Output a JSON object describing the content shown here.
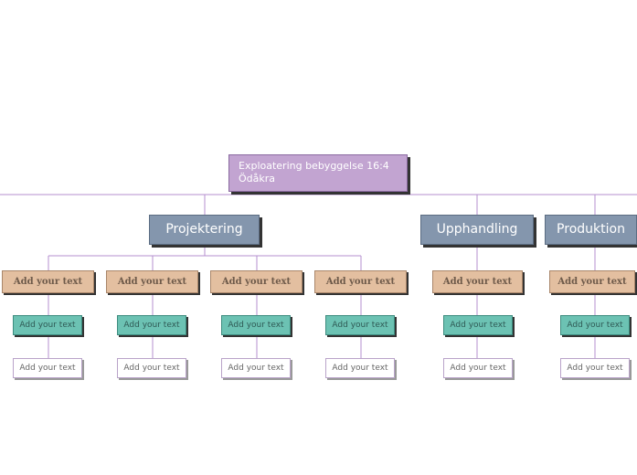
{
  "root": {
    "label": "Exploatering bebyggelse 16:4 Ödåkra"
  },
  "branches": [
    {
      "label": "Projektering"
    },
    {
      "label": "Upphandling"
    },
    {
      "label": "Produktion"
    }
  ],
  "leaf_text": "Add your text",
  "colors": {
    "root": "#c2a4d1",
    "branch": "#8496ad",
    "level1": "#e3bfa0",
    "level2": "#6cc2b3",
    "level3": "#ffffff",
    "connector": "#b48fcf"
  }
}
